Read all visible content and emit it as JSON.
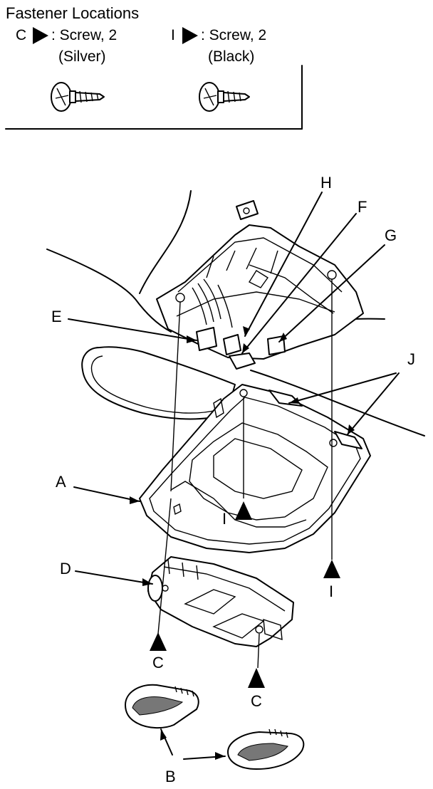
{
  "legend": {
    "title": "Fastener Locations",
    "fastener_c": {
      "code": "C",
      "desc": ": Screw, 2",
      "finish": "(Silver)",
      "icon": "screw-icon"
    },
    "fastener_i": {
      "code": "I",
      "desc": ": Screw, 2",
      "finish": "(Black)",
      "icon": "screw-icon"
    }
  },
  "callouts": {
    "h": "H",
    "f": "F",
    "g": "G",
    "e": "E",
    "j": "J",
    "a": "A",
    "d": "D",
    "b": "B",
    "i_upper": "I",
    "i_lower": "I",
    "c_left": "C",
    "c_right": "C"
  }
}
